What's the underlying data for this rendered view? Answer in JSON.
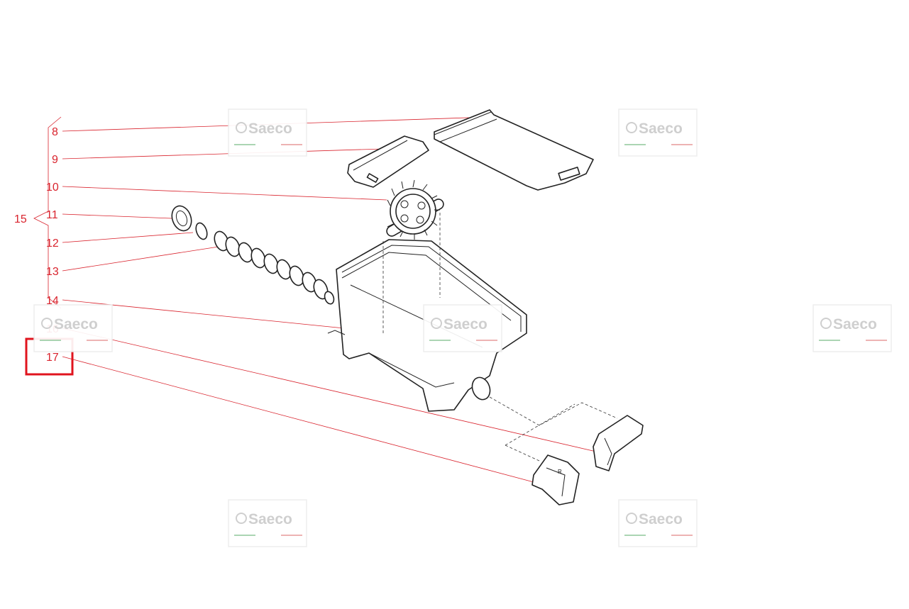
{
  "diagram": {
    "callouts": [
      {
        "id": "c8",
        "label": "8"
      },
      {
        "id": "c9",
        "label": "9"
      },
      {
        "id": "c10",
        "label": "10"
      },
      {
        "id": "c11",
        "label": "11"
      },
      {
        "id": "c12",
        "label": "12"
      },
      {
        "id": "c13",
        "label": "13"
      },
      {
        "id": "c14",
        "label": "14"
      },
      {
        "id": "c15",
        "label": "15"
      },
      {
        "id": "c16",
        "label": "16"
      },
      {
        "id": "c17",
        "label": "17"
      }
    ],
    "highlighted_callout": "17",
    "watermark": {
      "brand": "Saeco",
      "icon": "saeco-logo-icon"
    },
    "colors": {
      "callout": "#d9232d",
      "highlight": "#e0141e",
      "line_art": "#222222",
      "watermark_green": "#8fc79a",
      "watermark_red": "#e79a9a"
    }
  }
}
